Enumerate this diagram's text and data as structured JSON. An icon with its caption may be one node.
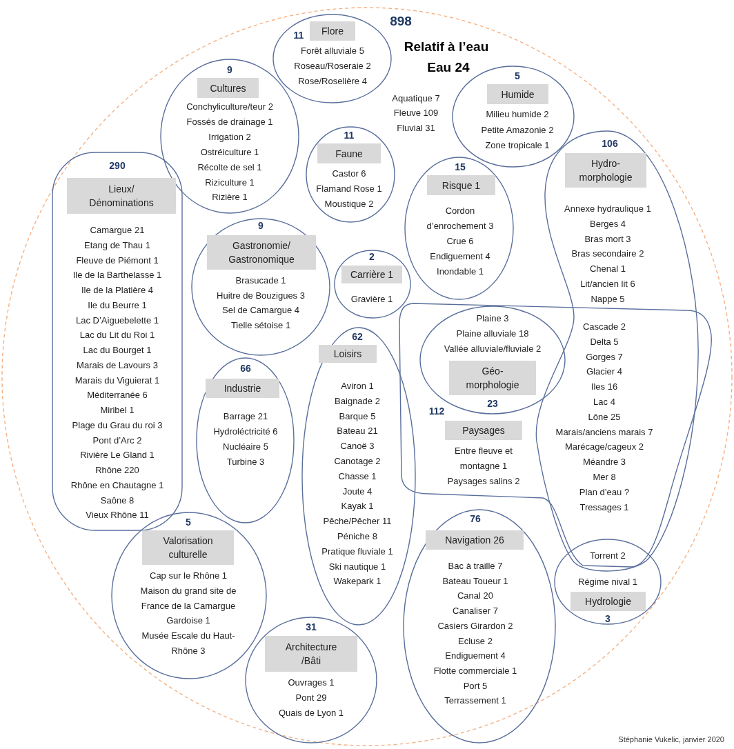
{
  "diagram": {
    "nodes": [
      {
        "text": [
          "898",
          "Relatif à l’eau",
          "Eau 24",
          "Aquatique 7",
          "Fleuve 109",
          "Fluvial 31"
        ]
      },
      {
        "text": [
          "11",
          "Forêt alluviale 5",
          "Roseau/Roseraie 2",
          "Rose/Roselière 4"
        ],
        "in": 0
      },
      {
        "text": [
          "Flore"
        ],
        "in": 1
      },
      {
        "text": [
          "9",
          "Conchyliculture/teur 2",
          "Fossés de drainage 1",
          "Irrigation 2",
          "Ostréiculture 1",
          "Récolte de sel 1",
          "Riziculture 1",
          "Rizière 1"
        ],
        "in": 0
      },
      {
        "text": [
          "Cultures"
        ],
        "in": 3
      },
      {
        "text": [
          "5",
          "Milieu humide 2",
          "Petite Amazonie 2",
          "Zone tropicale 1"
        ],
        "in": 0
      },
      {
        "text": [
          "Humide"
        ],
        "in": 5
      },
      {
        "text": [
          "290",
          "Camargue 21",
          "Etang de Thau 1",
          "Fleuve de Piémont 1",
          "Ile de la Barthelasse 1",
          "Ile de la Platière 4",
          "Ile du Beurre 1",
          "Lac D’Aiguebelette 1",
          "Lac du Lit du Roi 1",
          "Lac du Bourget 1",
          "Marais de Lavours 3",
          "Marais du Viguierat 1",
          "Méditerranée 6",
          "Miribel 1",
          "Plage du Grau du roi 3",
          "Pont d’Arc 2",
          "Rivière Le Gland 1",
          "Rhône 220",
          "Rhône en Chautagne 1",
          "Saône 8",
          "Vieux Rhône 11"
        ],
        "in": 0
      },
      {
        "text": [
          "Lieux/ Dénominations"
        ],
        "in": 7
      },
      {
        "text": [
          "11",
          "Castor 6",
          "Flamand Rose 1",
          "Moustique 2"
        ],
        "in": 0
      },
      {
        "text": [
          "Faune"
        ],
        "in": 9
      },
      {
        "text": [
          "15",
          "Cordon d’enrochement 3",
          "Crue 6",
          "Endiguement 4",
          "Inondable 1"
        ],
        "in": 0
      },
      {
        "text": [
          "Risque 1"
        ],
        "in": 11
      },
      {
        "text": [
          "106",
          "Annexe hydraulique 1",
          "Berges 4",
          "Bras mort 3",
          "Bras secondaire 2",
          "Chenal 1",
          "Lit/ancien lit 6",
          "Nappe 5",
          "Cascade 2",
          "Delta 5",
          "Gorges 7",
          "Glacier 4",
          "Iles 16",
          "Lac 4",
          "Lône 25",
          "Marais/anciens marais 7",
          "Marécage/cageux 2",
          "Méandre 3",
          "Mer 8",
          "Plan d’eau ?",
          "Tressages 1"
        ],
        "in": 0
      },
      {
        "text": [
          "Hydro- morphologie"
        ],
        "in": 13
      },
      {
        "text": [
          "9",
          "Brasucade 1",
          "Huitre de Bouzigues 3",
          "Sel de Camargue 4",
          "Tielle sétoise 1"
        ],
        "in": 0
      },
      {
        "text": [
          "Gastronomie/ Gastronomique"
        ],
        "in": 15
      },
      {
        "text": [
          "2",
          "Gravière 1"
        ],
        "in": 0
      },
      {
        "text": [
          "Carrière 1"
        ],
        "in": 17
      },
      {
        "text": [
          "112",
          "Entre fleuve et montagne 1",
          "Paysages salins 2"
        ],
        "in": 0
      },
      {
        "text": [
          "Paysages"
        ],
        "in": 19
      },
      {
        "text": [
          "Plaine 3",
          "Plaine alluviale 18",
          "Vallée alluviale/fluviale 2",
          "23"
        ],
        "in": 19
      },
      {
        "text": [
          "Géo- morphologie"
        ],
        "in": 21
      },
      {
        "text": [
          "66",
          "Barrage 21",
          "Hydroléctricité 6",
          "Nucléaire 5",
          "Turbine 3"
        ],
        "in": 0
      },
      {
        "text": [
          "Industrie"
        ],
        "in": 23
      },
      {
        "text": [
          "62",
          "Aviron 1",
          "Baignade 2",
          "Barque 5",
          "Bateau 21",
          "Canoë 3",
          "Canotage 2",
          "Chasse 1",
          "Joute 4",
          "Kayak 1",
          "Pêche/Pêcher 11",
          "Péniche 8",
          "Pratique fluviale 1",
          "Ski nautique 1",
          "Wakepark 1"
        ],
        "in": 0
      },
      {
        "text": [
          "Loisirs"
        ],
        "in": 25
      },
      {
        "text": [
          "76",
          "Bac à traille 7",
          "Bateau Toueur 1",
          "Canal 20",
          "Canaliser 7",
          "Casiers Girardon 2",
          "Ecluse 2",
          "Endiguement 4",
          "Flotte commerciale 1",
          "Port 5",
          "Terrassement 1"
        ],
        "in": 0
      },
      {
        "text": [
          "Navigation 26"
        ],
        "in": 27
      },
      {
        "text": [
          "Torrent 2",
          "Régime nival 1",
          "3"
        ],
        "in": 0
      },
      {
        "text": [
          "Hydrologie"
        ],
        "in": 29
      },
      {
        "text": [
          "5",
          "Cap sur le Rhône 1",
          "Maison du grand site de France de la Camargue Gardoise 1",
          "Musée Escale du Haut-Rhône 3"
        ],
        "in": 0
      },
      {
        "text": [
          "Valorisation culturelle"
        ],
        "in": 31
      },
      {
        "text": [
          "31",
          "Ouvrages 1",
          "Pont 29",
          "Quais de Lyon 1"
        ],
        "in": 0
      },
      {
        "text": [
          "Architecture /Bâti"
        ],
        "in": 33
      }
    ],
    "labels": [
      "Stéphanie Vukelic, janvier 2020"
    ]
  }
}
